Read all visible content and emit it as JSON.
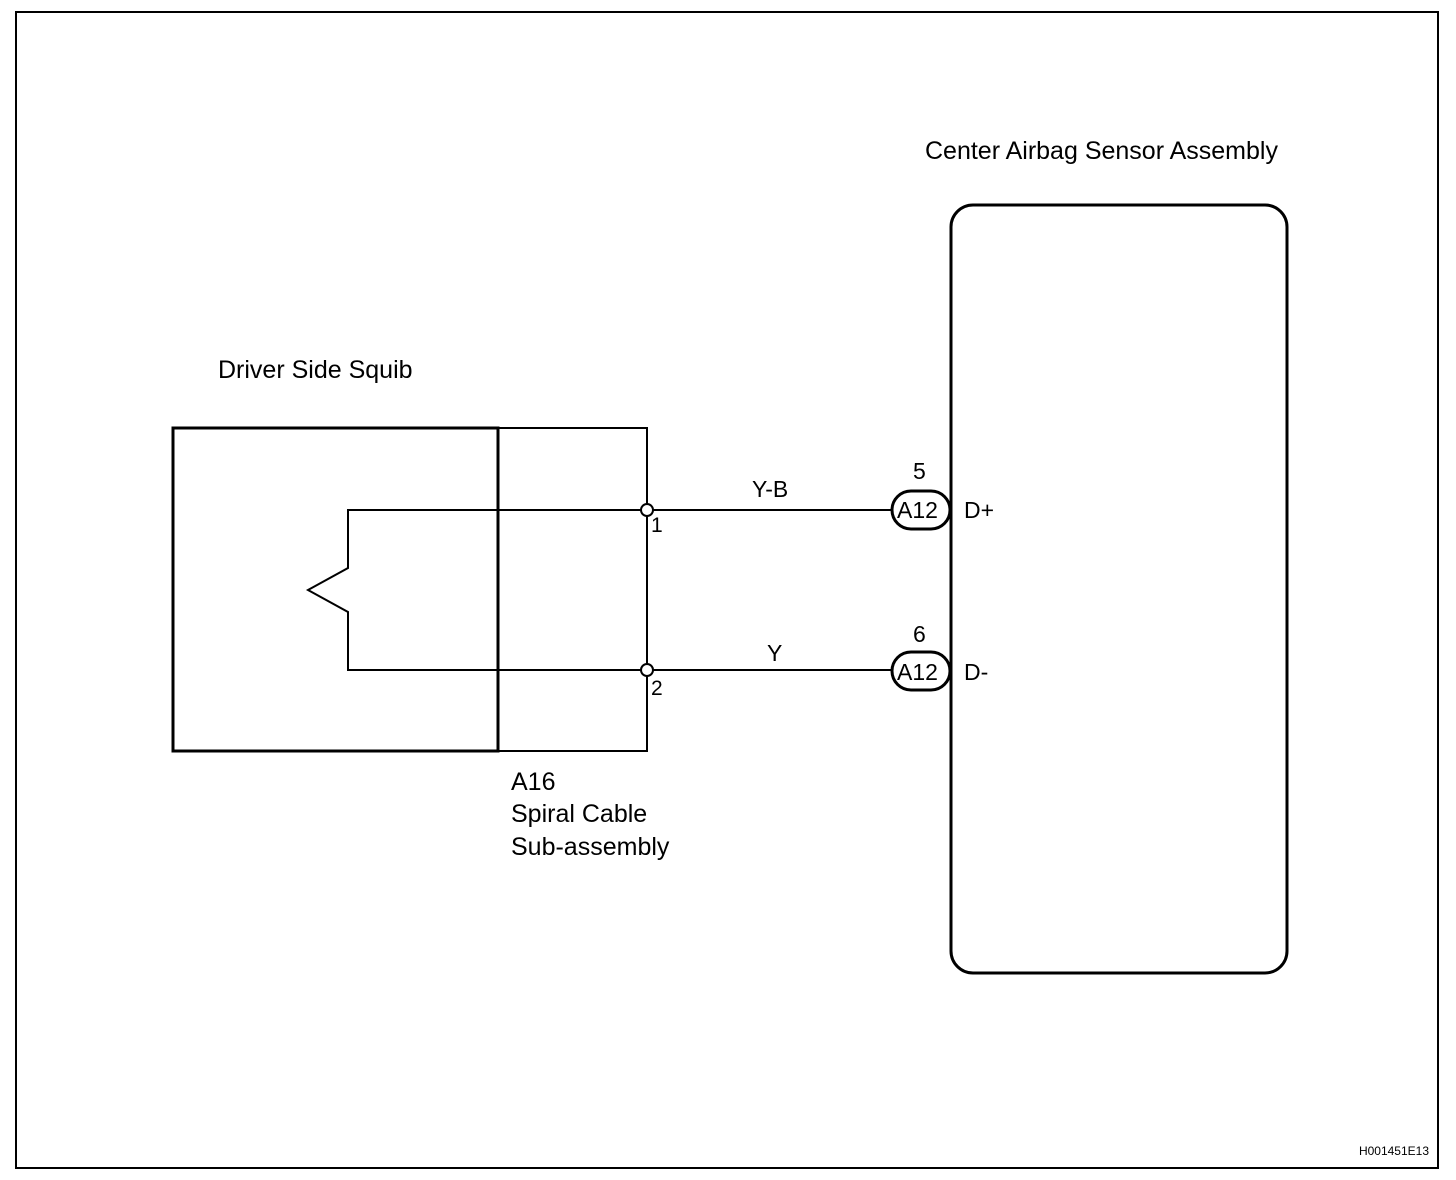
{
  "components": {
    "squib": {
      "label": "Driver Side Squib"
    },
    "spiral_cable": {
      "code": "A16",
      "name_line1": "Spiral Cable",
      "name_line2": "Sub-assembly",
      "pin_upper": "1",
      "pin_lower": "2"
    },
    "sensor": {
      "label": "Center Airbag Sensor Assembly",
      "pin_upper_label": "D+",
      "pin_lower_label": "D-"
    }
  },
  "wires": [
    {
      "color_code": "Y-B",
      "connector": "A12",
      "connector_pin": "5"
    },
    {
      "color_code": "Y",
      "connector": "A12",
      "connector_pin": "6"
    }
  ],
  "figure_id": "H001451E13"
}
